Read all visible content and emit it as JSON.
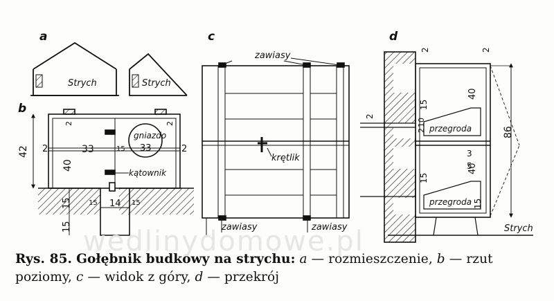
{
  "figure": {
    "panel_labels": [
      "a",
      "b",
      "c",
      "d"
    ],
    "a": {
      "attic_label_left": "Strych",
      "attic_label_right": "Strych"
    },
    "b": {
      "dims": [
        "2",
        "2",
        "42",
        "33",
        "15",
        "2",
        "2",
        "40",
        "15",
        "15",
        "14",
        "15",
        "15"
      ],
      "nest_label": "gniazdo",
      "nest_size": "33",
      "angle_label": "kątownik"
    },
    "c": {
      "hinges_top": "zawiasy",
      "latch_label": "krętlik",
      "hinges_bottom_left": "zawiasy",
      "hinges_bottom_right": "zawiasy"
    },
    "d": {
      "dims": [
        "2",
        "2",
        "15",
        "40",
        "2",
        "2",
        "10",
        "3",
        "5",
        "15",
        "40",
        "15",
        "86"
      ],
      "partition_upper": "przegroda",
      "partition_lower": "przegroda",
      "attic_label": "Strych"
    }
  },
  "caption": {
    "number": "Rys. 85.",
    "title": "Gołębnik budkowy na strychu:",
    "parts": [
      {
        "letter": "a",
        "text": "— rozmieszczenie,"
      },
      {
        "letter": "b",
        "text": "— rzut poziomy,"
      },
      {
        "letter": "c",
        "text": "— widok z góry,"
      },
      {
        "letter": "d",
        "text": "— przekrój"
      }
    ]
  },
  "watermark": "wedlinydomowe.pl",
  "colors": {
    "ink": "#111111",
    "paper": "#fdfdfb",
    "hatch": "#222222"
  }
}
